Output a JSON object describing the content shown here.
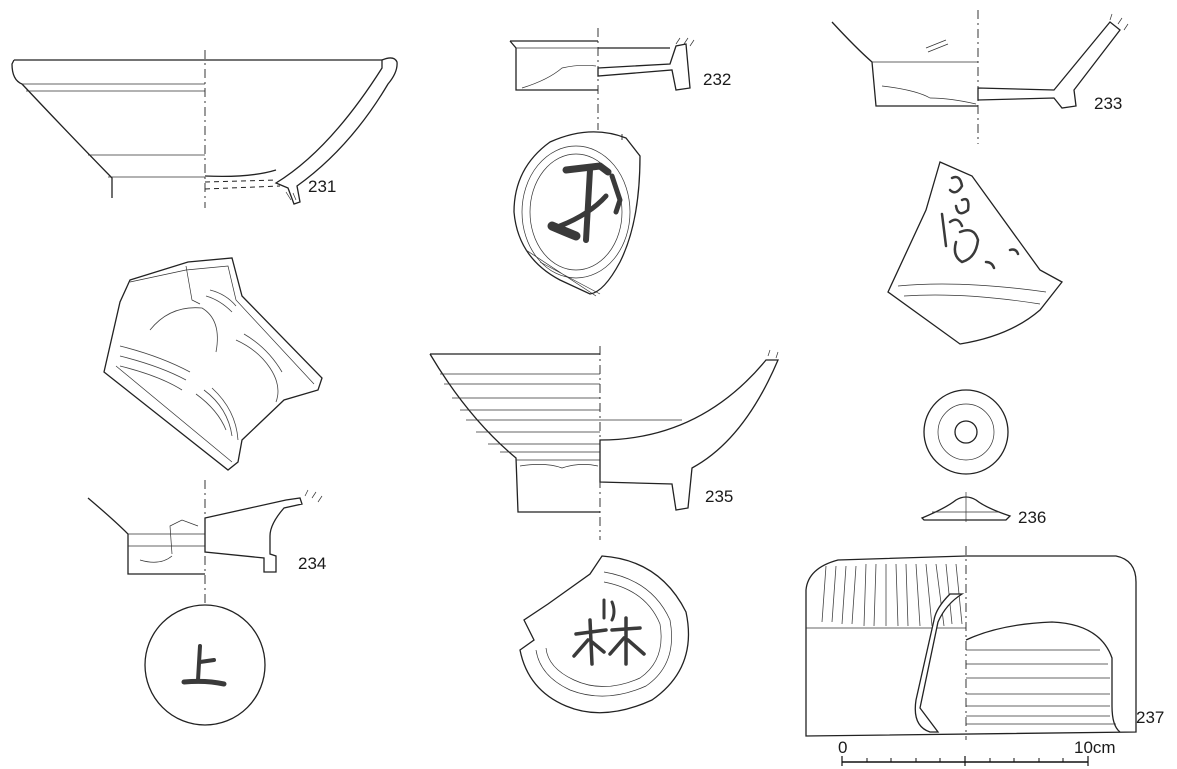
{
  "figure": {
    "labels": {
      "f231": "231",
      "f232": "232",
      "f233": "233",
      "f234": "234",
      "f235": "235",
      "f236": "236",
      "f237": "237"
    },
    "scale_bar": {
      "start": "0",
      "end": "10cm"
    },
    "inscriptions": {
      "f234_base": "上",
      "f235_base": "林"
    }
  }
}
